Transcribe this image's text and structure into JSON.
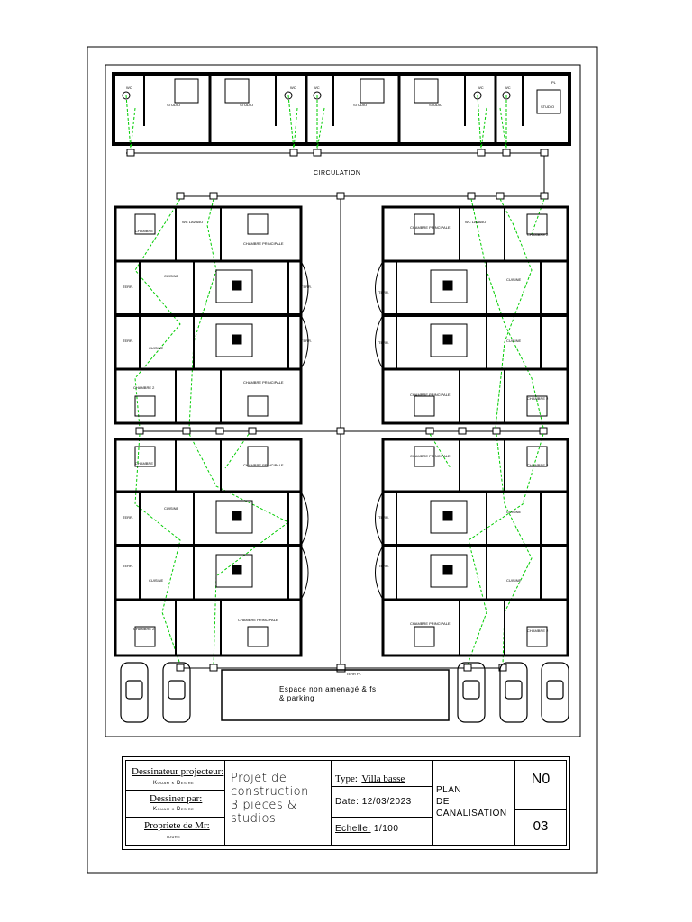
{
  "plan": {
    "room_labels": {
      "circulation": "CIRCULATION",
      "open_space_line1": "Espace non amenagé & fs",
      "open_space_line2": "& parking",
      "septic": "TERR PL",
      "studio": "STUDIO",
      "wc": "WC",
      "chambre_principale": "CHAMBRE PRINCIPALE",
      "chambre_2": "CHAMBRE 2",
      "chambre": "CHAMBRE",
      "cuisine": "CUISINE",
      "terrasse": "TERR.",
      "wc_lavabo": "WC LAVABO",
      "pl": "PL"
    }
  },
  "title_block": {
    "designer_label": "Dessinateur projecteur:",
    "designer_name": "Kouam k Desire",
    "drawn_by_label": "Dessiner par:",
    "drawn_by_name": "Kouam k Desire",
    "owner_label": "Propriete de Mr:",
    "owner_name": "toure",
    "project_line1": "Projet de",
    "project_line2": "construction",
    "project_line3": "3 pieces &",
    "project_line4": "studios",
    "type_label": "Type:",
    "type_value": "Villa basse",
    "date_label": "Date:",
    "date_value": "12/03/2023",
    "scale_label": "Echelle:",
    "scale_value": "1/100",
    "plan_line1": "PLAN",
    "plan_line2": "DE",
    "plan_line3": "CANALISATION",
    "sheet_code": "N0",
    "sheet_number": "03"
  },
  "colors": {
    "walls": "#000000",
    "pipes": "#00cc00",
    "studio_text": "#0000cc"
  }
}
